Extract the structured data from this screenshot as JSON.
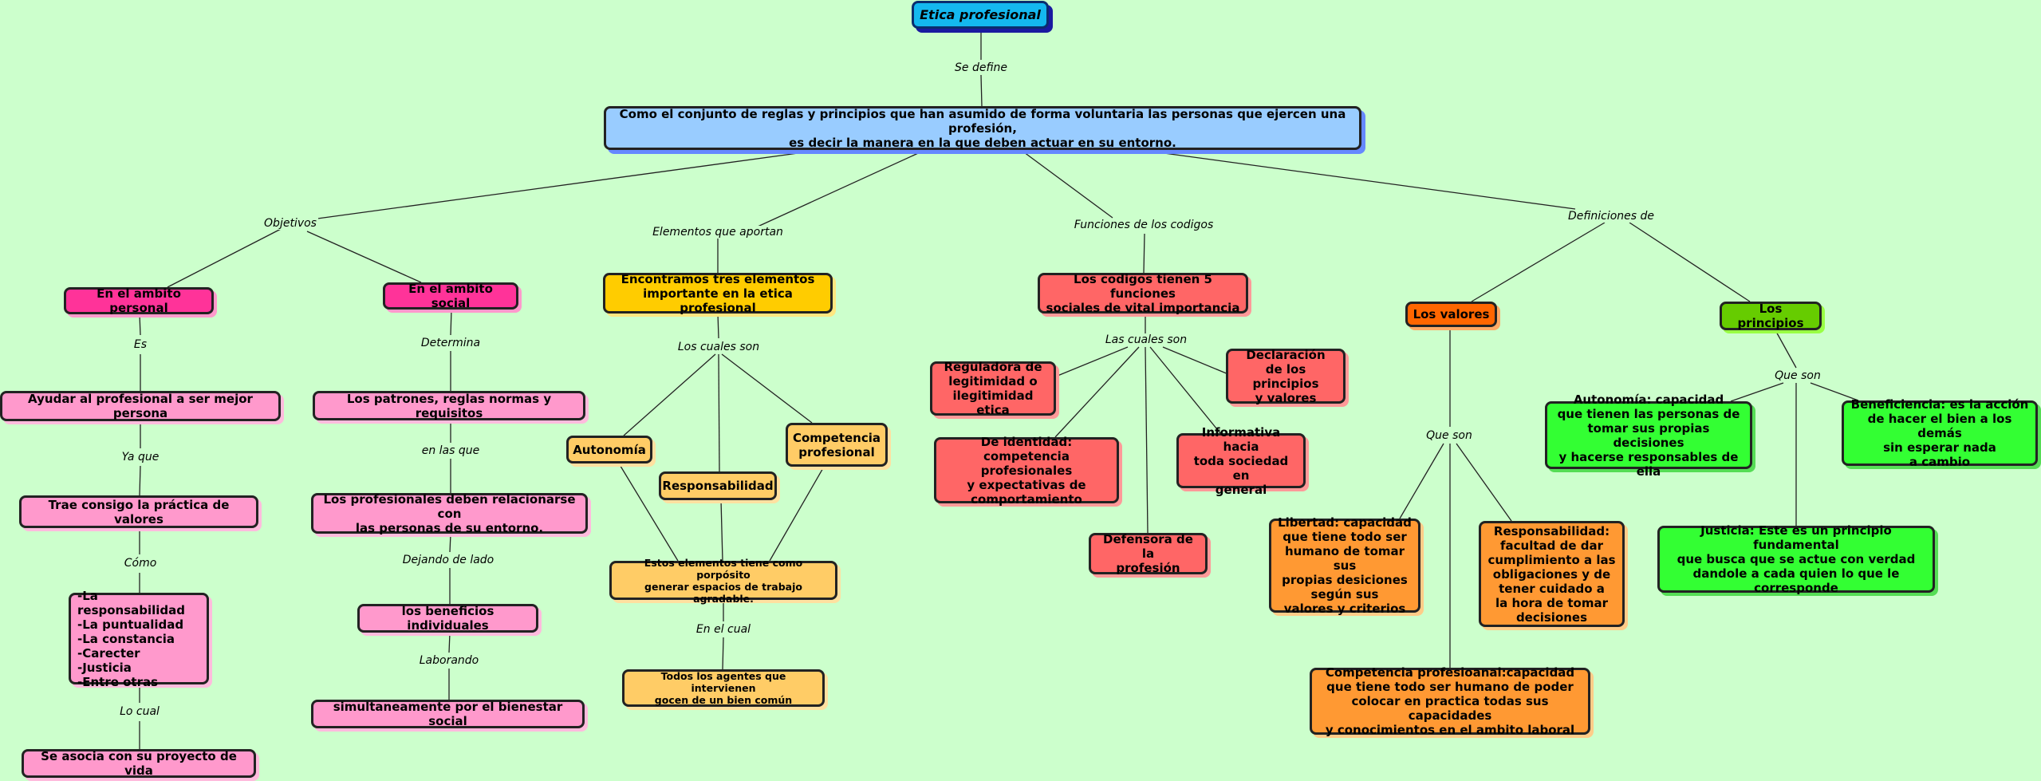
{
  "colors": {
    "background": "#ccffcc",
    "title": "#14b8ef",
    "definition": "#99ccff",
    "objective": "#ff3399",
    "objective_detail": "#ff99cc",
    "elements": "#ffcc00",
    "elements_detail": "#ffcc66",
    "functions": "#ff6666",
    "values": "#ff6600",
    "values_detail": "#ff9933",
    "principles": "#66cc00",
    "principles_detail": "#33ff33"
  },
  "title": "Etica profesional",
  "link_se_define": "Se define",
  "definition": "Como el conjunto de reglas y principios que han asumido de forma voluntaria las personas que ejercen una profesión,\nes decir la manera en la que deben actuar en su entorno.",
  "branches": {
    "objetivos": "Objetivos",
    "elementos": "Elementos que aportan",
    "funciones": "Funciones de los codigos",
    "definiciones": "Definiciones de"
  },
  "personal": {
    "node": "En el ambito personal",
    "l_es": "Es",
    "n_ayudar": "Ayudar al profesional a ser mejor persona",
    "l_ya_que": "Ya que",
    "n_trae": "Trae consigo la práctica de valores",
    "l_como": "Cómo",
    "n_lista": "-La responsabilidad\n-La puntualidad\n-La constancia\n-Carecter\n-Justicia\n-Entre otras",
    "l_lo_cual": "Lo cual",
    "n_asocia": "Se asocia con su proyecto de vida"
  },
  "social": {
    "node": "En el ambito social",
    "l_determina": "Determina",
    "n_patrones": "Los patrones, reglas normas y requisitos",
    "l_en_las_que": "en las que",
    "n_profesionales": "Los profesionales deben relacionarse con\nlas personas de su entorno.",
    "l_dejando": "Dejando de lado",
    "n_beneficios": "los beneficios individuales",
    "l_laborando": "Laborando",
    "n_simult": "simultaneamente por el bienestar social"
  },
  "elementos": {
    "node": "Encontramos tres elementos\nimportante en la etica profesional",
    "l_cuales": "Los cuales son",
    "autonomia": "Autonomía",
    "responsabilidad": "Responsabilidad",
    "competencia": "Competencia\nprofesional",
    "n_espacios": "Estos elementos tiene como porpósito\ngenerar espacios de trabajo agradable.",
    "l_en_el_cual": "En el cual",
    "n_agentes": "Todos los agentes que intervienen\ngocen de un bien común"
  },
  "funciones": {
    "node": "Los codigos tienen 5 funciones\nsociales de vital importancia",
    "l_cuales": "Las cuales son",
    "reguladora": "Reguladora de\nlegitimidad o\nilegitimidad etica",
    "declaracion": "Declaración\nde los principios\ny valores",
    "identidad": "De identidad:\ncompetencia profesionales\ny expectativas de\ncomportamiento",
    "informativa": "Informativa hacia\ntoda sociedad en\ngeneral",
    "defensora": "Defensora de la\nprofesión"
  },
  "valores": {
    "node": "Los valores",
    "l_que_son": "Que son",
    "libertad": "Libertad: capacidad\nque tiene todo ser\nhumano de tomar sus\npropias desiciones\nsegún sus\nvalores y criterios",
    "responsabilidad": "Responsabilidad:\nfacultad de dar\ncumplimiento a las\nobligaciones y de\ntener cuidado a\nla hora de tomar\ndecisiones",
    "competencia": "Competencia profesioanal:capacidad\nque tiene todo ser humano de poder\ncolocar en practica todas sus capacidades\ny conocimientos en el ambito laboral"
  },
  "principios": {
    "node": "Los principios",
    "l_que_son": "Que son",
    "autonomia": "Autonomía: capacidad\nque tienen las personas de\ntomar sus propias decisiones\ny hacerse responsables de ella",
    "beneficencia": "Beneficiencia: es la acción\nde hacer el bien a los demás\nsin esperar nada\na cambio",
    "justicia": "Justicia: Este es un principio fundamental\nque busca que se actue con verdad\ndandole a cada quien lo que le\ncorresponde"
  }
}
